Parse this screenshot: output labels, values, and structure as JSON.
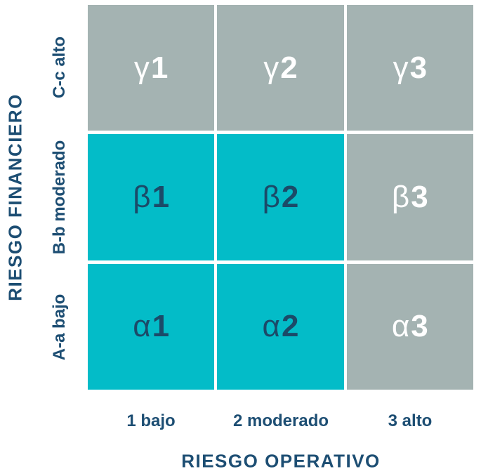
{
  "page": {
    "background": "#ffffff"
  },
  "colors": {
    "teal": "#03bcc8",
    "gray": "#a4b3b2",
    "navy": "#1d4e73",
    "cell_text_dark": "#1b4a68",
    "cell_text_light": "#ffffff"
  },
  "chart_data": {
    "type": "heatmap",
    "title": "",
    "xlabel": "RIESGO OPERATIVO",
    "ylabel": "RIESGO FINANCIERO",
    "x_categories": [
      "1 bajo",
      "2 moderado",
      "3 alto"
    ],
    "y_categories": [
      "C-c alto",
      "B-b moderado",
      "A-a bajo"
    ],
    "legend": "none",
    "grid": "3x3 matrix with thin white gaps between cells",
    "cells": [
      {
        "row": "C-c alto",
        "col": "1 bajo",
        "label": "γ1",
        "greek": "γ",
        "num": "1",
        "color": "#a4b3b2",
        "text_color": "#ffffff"
      },
      {
        "row": "C-c alto",
        "col": "2 moderado",
        "label": "γ2",
        "greek": "γ",
        "num": "2",
        "color": "#a4b3b2",
        "text_color": "#ffffff"
      },
      {
        "row": "C-c alto",
        "col": "3 alto",
        "label": "γ3",
        "greek": "γ",
        "num": "3",
        "color": "#a4b3b2",
        "text_color": "#ffffff"
      },
      {
        "row": "B-b moderado",
        "col": "1 bajo",
        "label": "β1",
        "greek": "β",
        "num": "1",
        "color": "#03bcc8",
        "text_color": "#1b4a68"
      },
      {
        "row": "B-b moderado",
        "col": "2 moderado",
        "label": "β2",
        "greek": "β",
        "num": "2",
        "color": "#03bcc8",
        "text_color": "#1b4a68"
      },
      {
        "row": "B-b moderado",
        "col": "3 alto",
        "label": "β3",
        "greek": "β",
        "num": "3",
        "color": "#a4b3b2",
        "text_color": "#ffffff"
      },
      {
        "row": "A-a bajo",
        "col": "1 bajo",
        "label": "α1",
        "greek": "α",
        "num": "1",
        "color": "#03bcc8",
        "text_color": "#1b4a68"
      },
      {
        "row": "A-a bajo",
        "col": "2 moderado",
        "label": "α2",
        "greek": "α",
        "num": "2",
        "color": "#03bcc8",
        "text_color": "#1b4a68"
      },
      {
        "row": "A-a bajo",
        "col": "3 alto",
        "label": "α3",
        "greek": "α",
        "num": "3",
        "color": "#a4b3b2",
        "text_color": "#ffffff"
      }
    ]
  }
}
